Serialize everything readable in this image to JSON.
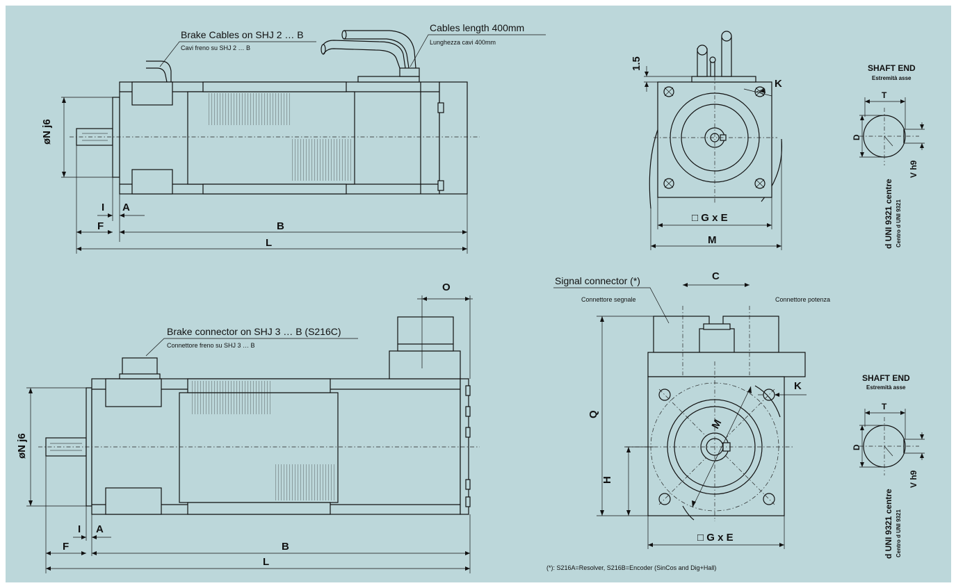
{
  "colors": {
    "background": "#bcd7da",
    "page": "#ffffff",
    "ink": "#111111"
  },
  "top_side": {
    "brake_cables_label": "Brake Cables on SHJ 2 … B",
    "brake_cables_sub": "Cavi freno su SHJ 2 … B",
    "cables_length_label": "Cables length 400mm",
    "cables_length_sub": "Lunghezza cavi 400mm",
    "dim_N": "øN j6",
    "dim_I": "I",
    "dim_A": "A",
    "dim_F": "F",
    "dim_B": "B",
    "dim_L": "L"
  },
  "top_front": {
    "dim_15": "1.5",
    "dim_K": "K",
    "dim_GxE": "□ G x E",
    "dim_M": "M"
  },
  "shaft_end_top": {
    "title": "SHAFT END",
    "subtitle": "Estremità asse",
    "dim_T": "T",
    "dim_D": "D",
    "dim_V": "V h9",
    "centre_label": "d UNI 9321 centre",
    "centre_sub": "Centro d UNI 9321"
  },
  "bottom_side": {
    "brake_connector_label": "Brake connector on SHJ 3 … B (S216C)",
    "brake_connector_sub": "Connettore freno su SHJ 3 … B",
    "dim_O": "O",
    "dim_N": "øN j6",
    "dim_I": "I",
    "dim_A": "A",
    "dim_F": "F",
    "dim_B": "B",
    "dim_L": "L"
  },
  "bottom_front": {
    "signal_connector_label": "Signal connector (*)",
    "signal_connector_sub": "Connettore segnale",
    "power_connector_sub": "Connettore potenza",
    "dim_C": "C",
    "dim_Q": "Q",
    "dim_H": "H",
    "dim_K": "K",
    "dim_M": "M",
    "dim_GxE": "□ G x E",
    "footnote": "(*): S216A=Resolver, S216B=Encoder (SinCos and Dig+Hall)"
  },
  "shaft_end_bottom": {
    "title": "SHAFT END",
    "subtitle": "Estremità asse",
    "dim_T": "T",
    "dim_D": "D",
    "dim_V": "V h9",
    "centre_label": "d UNI 9321 centre",
    "centre_sub": "Centro d UNI 9321"
  }
}
